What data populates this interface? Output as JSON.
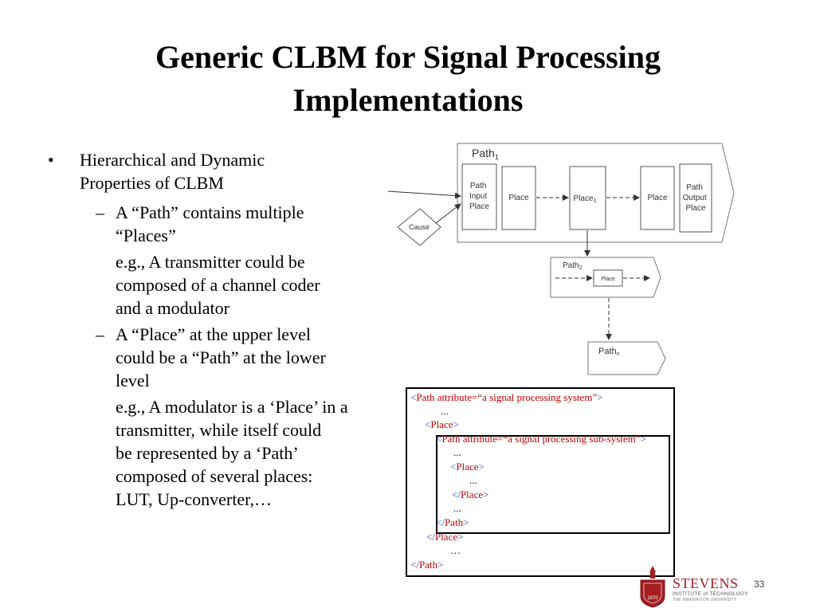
{
  "slide": {
    "title_line1": "Generic CLBM for Signal Processing",
    "title_line2": "Implementations",
    "page_number": "33"
  },
  "bullets": {
    "b1_line1": "Hierarchical and Dynamic",
    "b1_line2": "Properties of CLBM",
    "s1_line1": "A “Path” contains multiple",
    "s1_line2": "“Places”",
    "e1_line1": "e.g., A transmitter could be",
    "e1_line2": "composed of a channel coder",
    "e1_line3": "and a modulator",
    "s2_line1": "A “Place” at the upper level",
    "s2_line2": "could be a “Path” at the lower",
    "s2_line3": "level",
    "e2_line1": "e.g., A modulator is a ‘Place’ in a",
    "e2_line2": "transmitter, while itself could",
    "e2_line3": "be represented by a ‘Path’",
    "e2_line4": "composed of several places:",
    "e2_line5": "LUT, Up-converter,…",
    "bullet_mark": "•",
    "dash_mark": "–"
  },
  "diagram": {
    "path1_label": "Path",
    "path1_sub": "1",
    "path_input_place": [
      "Path",
      "Input",
      "Place"
    ],
    "place_a": "Place",
    "place1_label": "Place",
    "place1_sub": "1",
    "place_b": "Place",
    "path_output_place": [
      "Path",
      "Output",
      "Place"
    ],
    "cause": "Cause",
    "path2_label": "Path",
    "path2_sub": "2",
    "path2_place": "Place",
    "pathn_label": "Path",
    "pathn_sub": "n"
  },
  "xml": {
    "r1_open": "<",
    "r1_tag": "Path attribute=“a signal processing system”",
    "r1_close": ">",
    "r2": "...",
    "r3_open": "<",
    "r3_tag": "Place",
    "r3_close": ">",
    "r4_open": "<",
    "r4_tag": "Path attribute=“a signal processing sub-system”",
    "r4_close": ">",
    "r5": "...",
    "r6_open": "<",
    "r6_tag": "Place",
    "r6_close": ">",
    "r7": "...",
    "r8_open": "</",
    "r8_tag": "Place",
    "r8_close": ">",
    "r9": "...",
    "r10_open": "</",
    "r10_tag": "Path",
    "r10_close": ">",
    "r11_open": "</",
    "r11_tag": "Place",
    "r11_close": ">",
    "r12": "…",
    "r13_open": "</",
    "r13_tag": "Path",
    "r13_close": ">"
  },
  "logo": {
    "name": "STEVENS",
    "sub": "INSTITUTE of TECHNOLOGY",
    "tagline": "THE INNOVATION UNIVERSITY",
    "seal_year": "1870"
  },
  "colors": {
    "xml_tag": "#c00000",
    "xml_bracket": "#1f3fbf",
    "brand": "#a41e22"
  }
}
